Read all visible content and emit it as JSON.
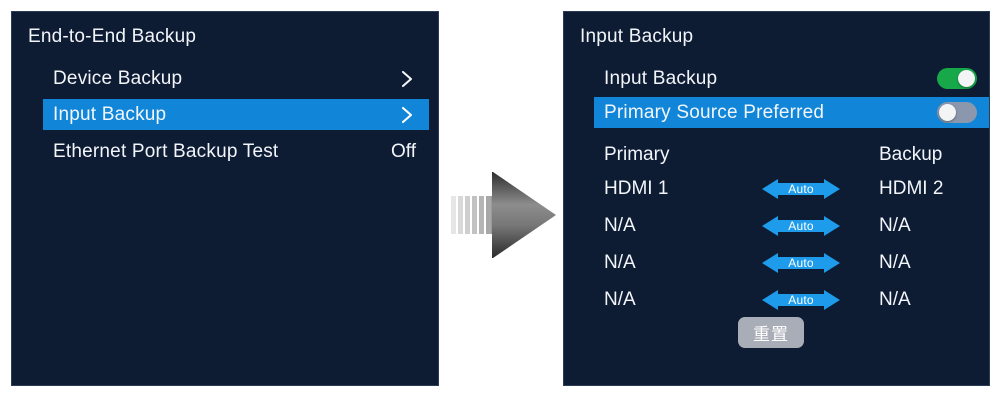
{
  "left_panel": {
    "title": "End-to-End Backup",
    "rows": [
      {
        "label": "Device Backup",
        "value": "",
        "indicator": "chevron",
        "selected": false
      },
      {
        "label": "Input Backup",
        "value": "",
        "indicator": "chevron",
        "selected": true
      },
      {
        "label": "Ethernet Port Backup Test",
        "value": "Off",
        "indicator": "text",
        "selected": false
      }
    ]
  },
  "right_panel": {
    "title": "Input Backup",
    "toggle_rows": [
      {
        "label": "Input Backup",
        "state": "on",
        "selected": false
      },
      {
        "label": "Primary Source Preferred",
        "state": "off",
        "selected": true
      }
    ],
    "table": {
      "headers": {
        "primary": "Primary",
        "backup": "Backup"
      },
      "rows": [
        {
          "primary": "HDMI 1",
          "mid": "Auto",
          "backup": "HDMI 2"
        },
        {
          "primary": "N/A",
          "mid": "Auto",
          "backup": "N/A"
        },
        {
          "primary": "N/A",
          "mid": "Auto",
          "backup": "N/A"
        },
        {
          "primary": "N/A",
          "mid": "Auto",
          "backup": "N/A"
        }
      ]
    },
    "reset_button": "重置"
  },
  "colors": {
    "panel_background": "#0d1b33",
    "panel_border": "#2b3c58",
    "highlight": "#1186d8",
    "toggle_on": "#17a84a",
    "toggle_off": "#8a97ad",
    "text": "#f2f5fa",
    "auto_arrow": "#1e9bea",
    "reset_button": "#a9adb8"
  }
}
